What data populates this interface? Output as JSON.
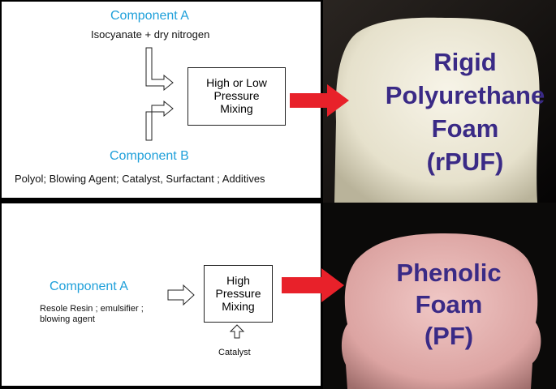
{
  "top": {
    "component_a_title": "Component A",
    "component_a_desc": "Isocyanate + dry nitrogen",
    "mixing_box_lines": [
      "High or Low",
      "Pressure",
      "Mixing"
    ],
    "component_b_title": "Component  B",
    "component_b_desc": "Polyol; Blowing Agent; Catalyst, Surfactant ; Additives",
    "foam_label_lines": [
      "Rigid",
      "Polyurethane",
      "Foam",
      "(rPUF)"
    ]
  },
  "bottom": {
    "component_a_title": "Component A",
    "component_a_desc_lines": [
      "Resole Resin ; emulsifier ;",
      "blowing agent"
    ],
    "mixing_box_lines": [
      "High",
      "Pressure",
      "Mixing"
    ],
    "catalyst_label": "Catalyst",
    "foam_label_lines": [
      "Phenolic",
      "Foam",
      "(PF)"
    ]
  },
  "colors": {
    "component_title": "#1fa0da",
    "foam_label": "#3a2a86",
    "arrow": "#e8212a",
    "rpuf_foam": "#eeeada",
    "pf_foam": "#e2aaa8"
  }
}
